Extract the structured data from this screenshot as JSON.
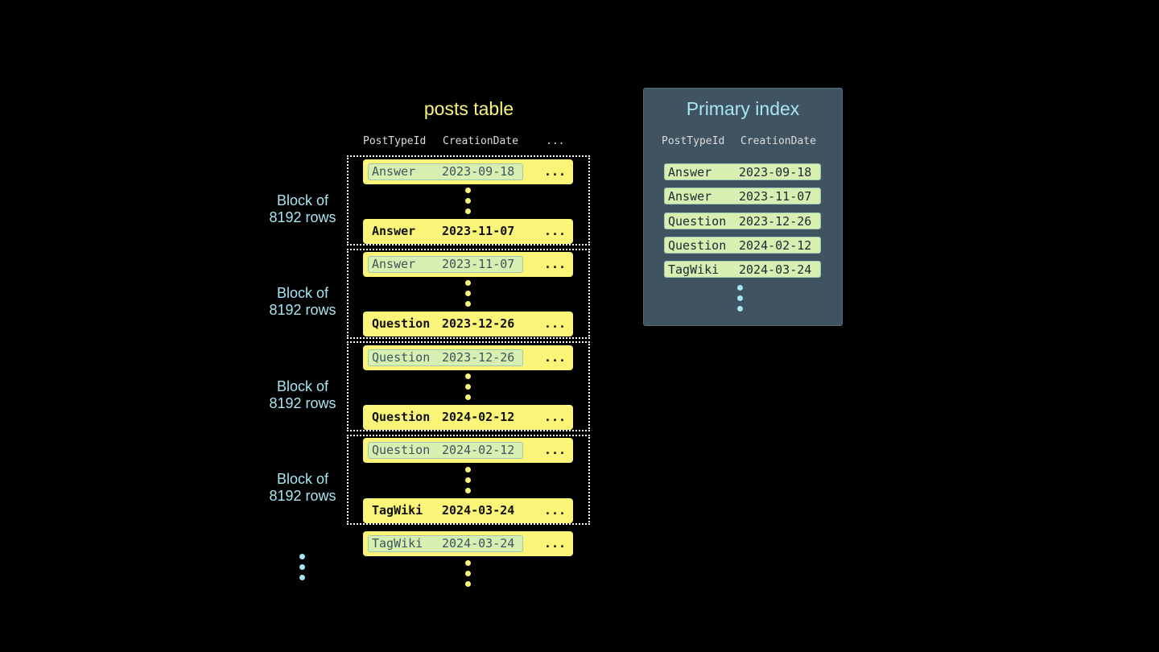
{
  "posts_table": {
    "title": "posts table",
    "columns": [
      "PostTypeId",
      "CreationDate",
      "..."
    ],
    "blocks": [
      {
        "label": [
          "Block of",
          "8192 rows"
        ],
        "first_row": {
          "post_type": "Answer",
          "date": "2023-09-18",
          "more": "..."
        },
        "last_row": {
          "post_type": "Answer",
          "date": "2023-11-07",
          "more": "..."
        }
      },
      {
        "label": [
          "Block of",
          "8192 rows"
        ],
        "first_row": {
          "post_type": "Answer",
          "date": "2023-11-07",
          "more": "..."
        },
        "last_row": {
          "post_type": "Question",
          "date": "2023-12-26",
          "more": "..."
        }
      },
      {
        "label": [
          "Block of",
          "8192 rows"
        ],
        "first_row": {
          "post_type": "Question",
          "date": "2023-12-26",
          "more": "..."
        },
        "last_row": {
          "post_type": "Question",
          "date": "2024-02-12",
          "more": "..."
        }
      },
      {
        "label": [
          "Block of",
          "8192 rows"
        ],
        "first_row": {
          "post_type": "Question",
          "date": "2024-02-12",
          "more": "..."
        },
        "last_row": {
          "post_type": "TagWiki",
          "date": "2024-03-24",
          "more": "..."
        }
      }
    ],
    "trailing_row": {
      "post_type": "TagWiki",
      "date": "2024-03-24",
      "more": "..."
    }
  },
  "primary_index": {
    "title": "Primary index",
    "columns": [
      "PostTypeId",
      "CreationDate"
    ],
    "entries": [
      {
        "post_type": "Answer",
        "date": "2023-09-18"
      },
      {
        "post_type": "Answer",
        "date": "2023-11-07"
      },
      {
        "post_type": "Question",
        "date": "2023-12-26"
      },
      {
        "post_type": "Question",
        "date": "2024-02-12"
      },
      {
        "post_type": "TagWiki",
        "date": "2024-03-24"
      }
    ]
  },
  "colors": {
    "table_yellow": "#faf579",
    "index_green": "#d7efb0",
    "label_blue": "#a8e4f2",
    "panel_bg": "#3f5360"
  },
  "icons": [
    "vertical-ellipsis-icon"
  ]
}
